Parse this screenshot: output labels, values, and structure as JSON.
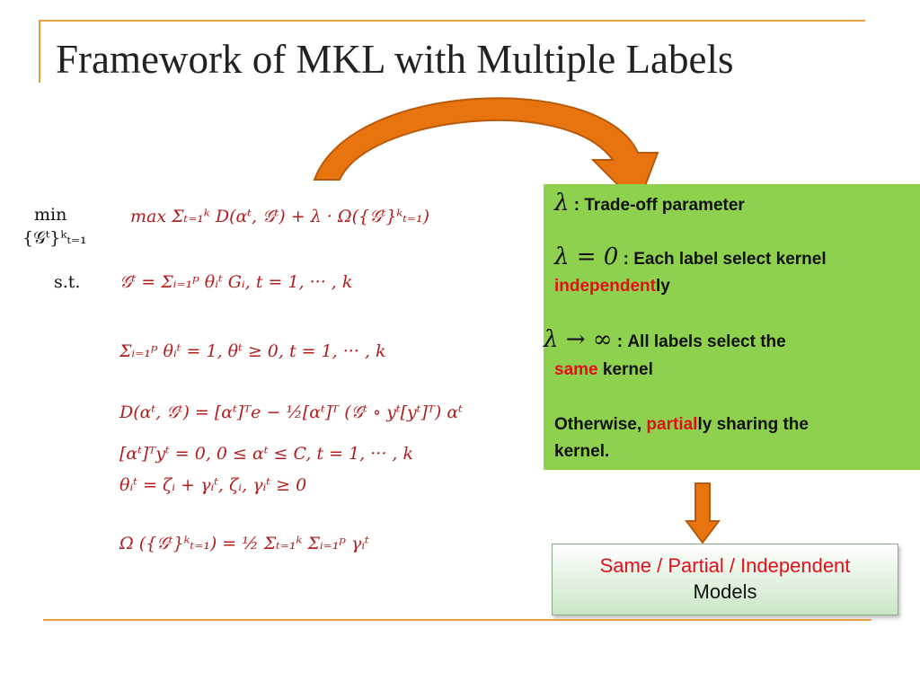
{
  "slide": {
    "title": "Framework of MKL with Multiple Labels"
  },
  "formulas": {
    "min_label": "min",
    "min_sub": "{𝒢ᵗ}ᵏₜ₌₁",
    "objective": "max Σₜ₌₁ᵏ D(αᵗ, 𝒢ᵗ) + λ · Ω({𝒢ᵗ}ᵏₜ₌₁)",
    "st_label": "s.t.",
    "c1": "𝒢ᵗ = Σᵢ₌₁ᵖ θᵢᵗ Gᵢ,   t = 1, ··· , k",
    "c2": "Σᵢ₌₁ᵖ θᵢᵗ = 1,   θᵗ ≥ 0,   t = 1, ··· , k",
    "c3": "D(αᵗ, 𝒢ᵗ) = [αᵗ]ᵀe − ½[αᵗ]ᵀ (𝒢ᵗ ∘ yᵗ[yᵗ]ᵀ) αᵗ",
    "c4": "[αᵗ]ᵀyᵗ = 0,   0 ≤ αᵗ ≤ C,   t = 1, ··· , k",
    "c5": "θᵢᵗ = ζᵢ + γᵢᵗ,   ζᵢ, γᵢᵗ ≥ 0",
    "c6": "Ω ({𝒢ᵗ}ᵏₜ₌₁) = ½ Σₜ₌₁ᵏ Σᵢ₌₁ᵖ γᵢᵗ"
  },
  "green_box": {
    "lambda_sym": "λ",
    "l1_sep": ":",
    "l1_text": "Trade-off parameter",
    "l2_math": "λ = 0",
    "l2_text": ": Each label select kernel",
    "l2b_red": "independent",
    "l2b_rest": "ly",
    "l3_math": "λ → ∞",
    "l3_text": ":  All labels select the",
    "l3b_red": "same",
    "l3b_rest": " kernel",
    "l4_pre": "Otherwise, ",
    "l4_red": "partial",
    "l4_post": "ly sharing the",
    "l4b": "kernel.",
    "color": "#8ed14f"
  },
  "model_box": {
    "line1": "Same / Partial / Independent",
    "line2": "Models"
  },
  "colors": {
    "accent": "#e8a13a",
    "arrow": "#e8740f",
    "red": "#e3101a"
  }
}
